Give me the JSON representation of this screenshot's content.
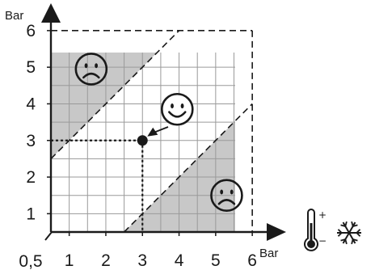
{
  "chart_data": {
    "type": "scatter",
    "y_axis_unit": "Bar",
    "x_axis_unit": "Bar",
    "origin_label": "0,5",
    "x_ticks": [
      "1",
      "2",
      "3",
      "4",
      "5",
      "6"
    ],
    "y_ticks": [
      "1",
      "2",
      "3",
      "4",
      "5",
      "6"
    ],
    "xlim": [
      0.5,
      6
    ],
    "ylim": [
      0.5,
      6
    ],
    "grid": true,
    "grid_step": 0.5,
    "point": {
      "x": 3,
      "y": 3
    },
    "acceptable_band": {
      "upper_boundary": [
        [
          0.5,
          2.5
        ],
        [
          4,
          6
        ]
      ],
      "lower_boundary": [
        [
          2.5,
          0.5
        ],
        [
          6,
          4
        ]
      ]
    },
    "regions": [
      {
        "face": "sad",
        "meaning": "out of range (upper-left)",
        "fill": "#c8c8c8"
      },
      {
        "face": "happy",
        "meaning": "acceptable band",
        "fill": "#ffffff"
      },
      {
        "face": "sad",
        "meaning": "out of range (lower-right)",
        "fill": "#c8c8c8"
      }
    ],
    "symbols": [
      "thermometer-icon",
      "snowflake-icon"
    ],
    "thermometer_marks": [
      "+",
      "−"
    ],
    "colors": {
      "shaded": "#c8c8c8",
      "lines": "#1a1a1a"
    }
  }
}
